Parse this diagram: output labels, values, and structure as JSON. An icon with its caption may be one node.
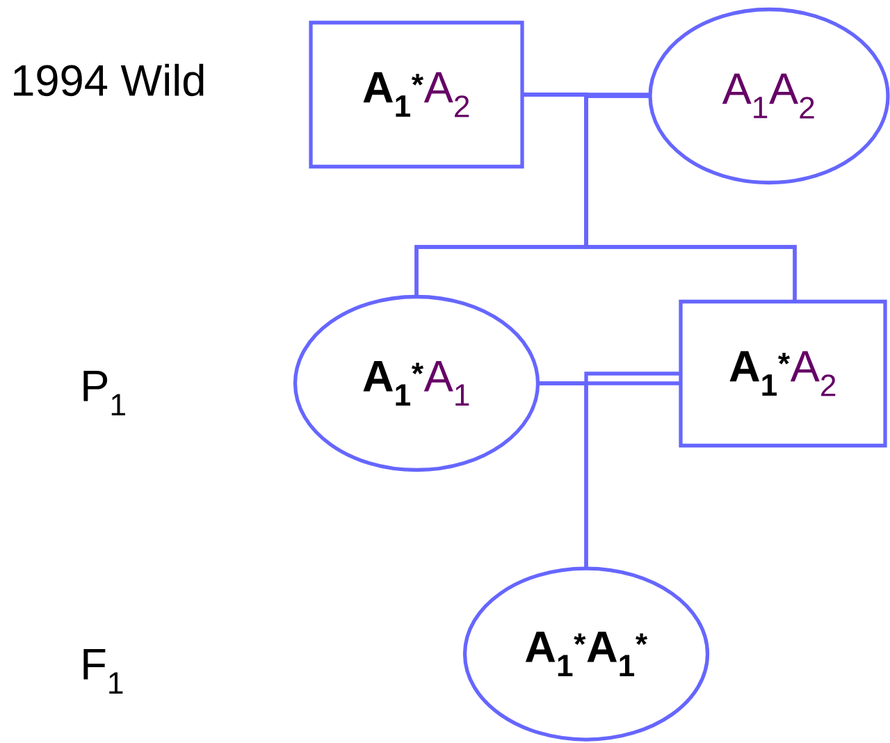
{
  "diagram": {
    "nodes": [
      {
        "text": [
          "A$_{1}$$^{*}$",
          "A$_{2}$"
        ]
      },
      {
        "text": [
          "A$_{1}$A$_{2}$"
        ]
      },
      {
        "text": [
          "A$_{1}$$^{*}$",
          "A$_{1}$"
        ]
      },
      {
        "text": [
          "A$_{1}$$^{*}$",
          "A$_{2}$"
        ]
      },
      {
        "text": [
          "A$_{1}$$^{*}$A$_{1}$$^{*}$"
        ]
      }
    ],
    "edges": [
      {
        "from": 0,
        "to": 1,
        "arrow": "none"
      },
      {
        "from": 0,
        "to": 2,
        "arrow": "none"
      },
      {
        "from": 0,
        "to": 3,
        "arrow": "none"
      },
      {
        "from": 1,
        "to": 2,
        "arrow": "none"
      },
      {
        "from": 1,
        "to": 3,
        "arrow": "none"
      },
      {
        "from": 2,
        "to": 3,
        "arrow": "none"
      },
      {
        "from": 2,
        "to": 4,
        "arrow": "none"
      },
      {
        "from": 3,
        "to": 4,
        "arrow": "none"
      }
    ],
    "labels": [
      "1994 Wild",
      "P$_{1}$",
      "F$_{1}$"
    ]
  }
}
